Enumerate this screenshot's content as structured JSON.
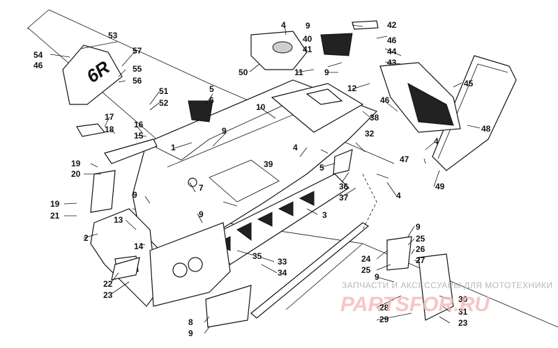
{
  "callouts": {
    "c1": "1",
    "c2": "2",
    "c3": "3",
    "c4a": "4",
    "c4b": "4",
    "c4c": "4",
    "c4d": "4",
    "c5a": "5",
    "c5b": "5",
    "c6": "6",
    "c7": "7",
    "c8": "8",
    "c9a": "9",
    "c9b": "9",
    "c9c": "9",
    "c9d": "9",
    "c9e": "9",
    "c9f": "9",
    "c9g": "9",
    "c9h": "9",
    "c10": "10",
    "c11": "11",
    "c12": "12",
    "c13": "13",
    "c14": "14",
    "c15": "15",
    "c16": "16",
    "c17": "17",
    "c18": "18",
    "c19a": "19",
    "c19b": "19",
    "c20": "20",
    "c21": "21",
    "c22": "22",
    "c23a": "23",
    "c23b": "23",
    "c24": "24",
    "c25a": "25",
    "c25b": "25",
    "c26": "26",
    "c27": "27",
    "c28": "28",
    "c29": "29",
    "c30": "30",
    "c31": "31",
    "c32": "32",
    "c33": "33",
    "c34": "34",
    "c35": "35",
    "c36": "36",
    "c37": "37",
    "c38": "38",
    "c39": "39",
    "c40": "40",
    "c41": "41",
    "c42": "42",
    "c43": "43",
    "c44": "44",
    "c45": "45",
    "c46a": "46",
    "c46b": "46",
    "c46c": "46",
    "c47": "47",
    "c48": "48",
    "c49": "49",
    "c50": "50",
    "c51": "51",
    "c52": "52",
    "c53": "53",
    "c54": "54",
    "c55": "55",
    "c56": "56",
    "c57": "57"
  },
  "decal_text": "6R",
  "watermark": {
    "subtitle": "ЗАПЧАСТИ И АКСЕССУАРЫ ДЛЯ МОТОТЕХНИКИ",
    "brand": "PARTSFOR.RU"
  },
  "colors": {
    "line": "#111111",
    "watermark_text": "#b8b8b8",
    "watermark_brand": "#f3b3b3"
  }
}
